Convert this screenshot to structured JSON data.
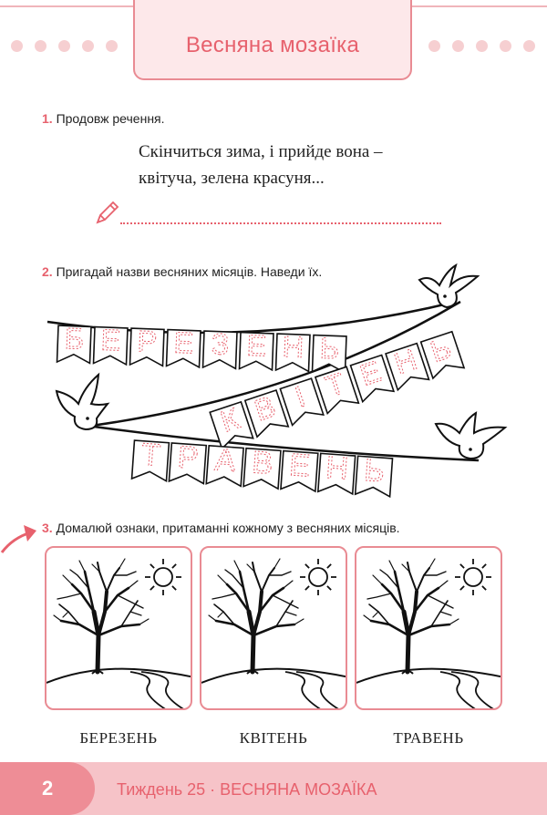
{
  "page_title": "Весняна мозаїка",
  "task1": {
    "number": "1.",
    "prompt": "Продовж речення.",
    "line1": "Скінчиться зима, і прийде вона –",
    "line2": "квітуча, зелена красуня..."
  },
  "task2": {
    "number": "2.",
    "prompt": "Пригадай назви весняних місяців. Наведи їх.",
    "garland1_letters": [
      "Б",
      "Е",
      "Р",
      "Е",
      "З",
      "Е",
      "Н",
      "Ь"
    ],
    "garland2_letters": [
      "К",
      "В",
      "І",
      "Т",
      "Е",
      "Н",
      "Ь"
    ],
    "garland3_letters": [
      "Т",
      "Р",
      "А",
      "В",
      "Е",
      "Н",
      "Ь"
    ]
  },
  "task3": {
    "number": "3.",
    "prompt": "Домалюй ознаки, притаманні кожному з весняних місяців.",
    "months": [
      "БЕРЕЗЕНЬ",
      "КВІТЕНЬ",
      "ТРАВЕНЬ"
    ]
  },
  "footer": {
    "page_number": "2",
    "text": "Тиждень 25 · ВЕСНЯНА МОЗАЇКА"
  },
  "colors": {
    "accent": "#e7616d",
    "pink_light": "#fde8ea",
    "footer_bg": "#f6c3c8"
  }
}
